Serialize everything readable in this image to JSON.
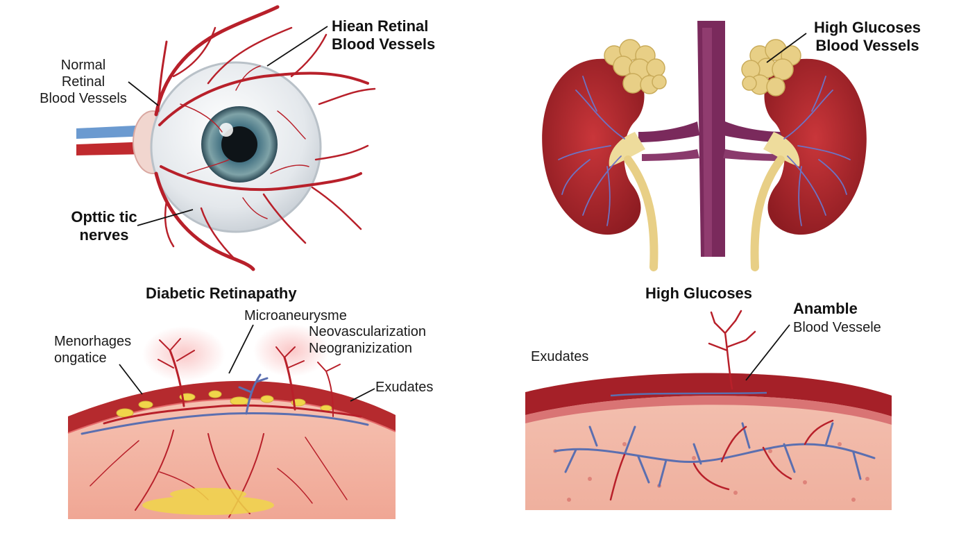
{
  "colors": {
    "vessel_red": "#b8202a",
    "vein_blue": "#5b6fb0",
    "kidney_red": "#b22a2e",
    "aorta_purple": "#7a2a5c",
    "fat_yellow": "#e8cf86",
    "tissue_pink": "#f3b9a8",
    "exudate_yellow": "#f0d64a"
  },
  "eye": {
    "title": [
      "Hiean Retinal",
      "Blood Vessels"
    ],
    "normal_label": [
      "Normal",
      "Retinal",
      "Blood Vessels"
    ],
    "optic_label": [
      "Opttic tic",
      "nerves"
    ]
  },
  "kidney": {
    "title": [
      "High Glucoses",
      "Blood Vessels"
    ]
  },
  "retinopathy": {
    "title": "Diabetic Retinapathy",
    "microaneurysm": "Microaneurysme",
    "neovasc": [
      "Neovascularization",
      "Neogranizization"
    ],
    "hemorrhage": [
      "Menorhages",
      "ongatice"
    ],
    "exudates": "Exudates"
  },
  "glucose": {
    "title": "High Glucoses",
    "anamble": "Anamble",
    "vessel": "Blood Vessele",
    "exudates": "Exudates"
  }
}
